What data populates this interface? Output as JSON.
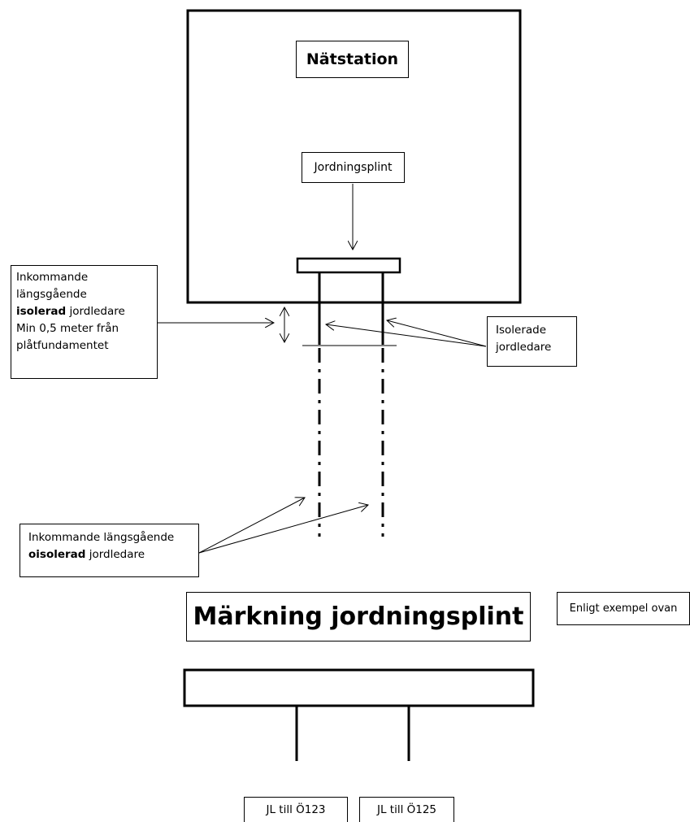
{
  "station": {
    "title": "Nätstation"
  },
  "plint": {
    "label": "Jordningsplint"
  },
  "notes": {
    "incoming_isolated": {
      "line1": "Inkommande",
      "line2": "längsgående",
      "line3_bold": "isolerad",
      "line3_rest": " jordledare",
      "line4": "Min 0,5 meter från",
      "line5": "plåtfundamentet"
    },
    "isolated": {
      "line1": "Isolerade",
      "line2": "jordledare"
    },
    "incoming_uninsulated": {
      "line1": "Inkommande längsgående",
      "line2_bold": "oisolerad",
      "line2_rest": " jordledare"
    }
  },
  "marking": {
    "title": "Märkning jordningsplint",
    "example_note": "Enligt exempel ovan",
    "labels": [
      "JL till Ö123",
      "JL till Ö125"
    ]
  }
}
